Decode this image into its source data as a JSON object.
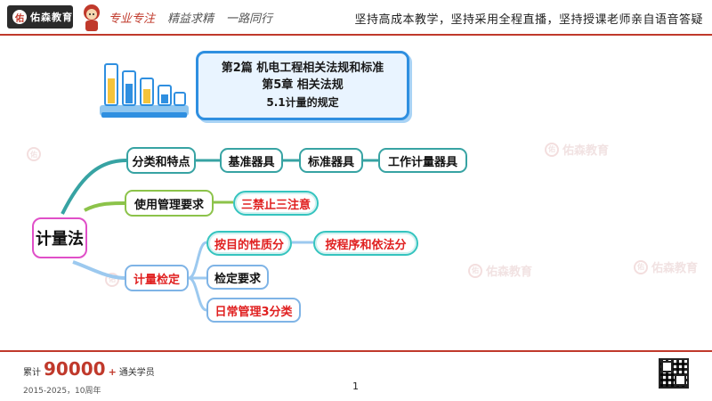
{
  "header": {
    "logo_mark": "佑",
    "logo_text": "佑森教育",
    "slogan_left": "专业专注",
    "slogan_mid": "精益求精",
    "slogan_right": "一路同行",
    "motto": "坚持高成本教学，坚持采用全程直播，坚持授课老师亲自语音答疑"
  },
  "watermark_text": "佑森教育",
  "title": {
    "line1": "第2篇 机电工程相关法规和标准",
    "line2": "第5章 相关法规",
    "line3": "5.1计量的规定"
  },
  "mindmap": {
    "root": "计量法",
    "branch1": {
      "label": "分类和特点",
      "children": [
        "基准器具",
        "标准器具",
        "工作计量器具"
      ]
    },
    "branch2": {
      "label": "使用管理要求",
      "child": "三禁止三注意"
    },
    "branch3": {
      "label": "计量检定",
      "sub1": "按目的性质分",
      "sub1_child": "按程序和依法分",
      "sub2": "检定要求",
      "sub3": "日常管理3分类"
    }
  },
  "footer": {
    "prefix": "累计",
    "count": "90000",
    "plus": "+",
    "suffix": "通关学员",
    "years": "2015-2025，10周年",
    "page": "1"
  }
}
